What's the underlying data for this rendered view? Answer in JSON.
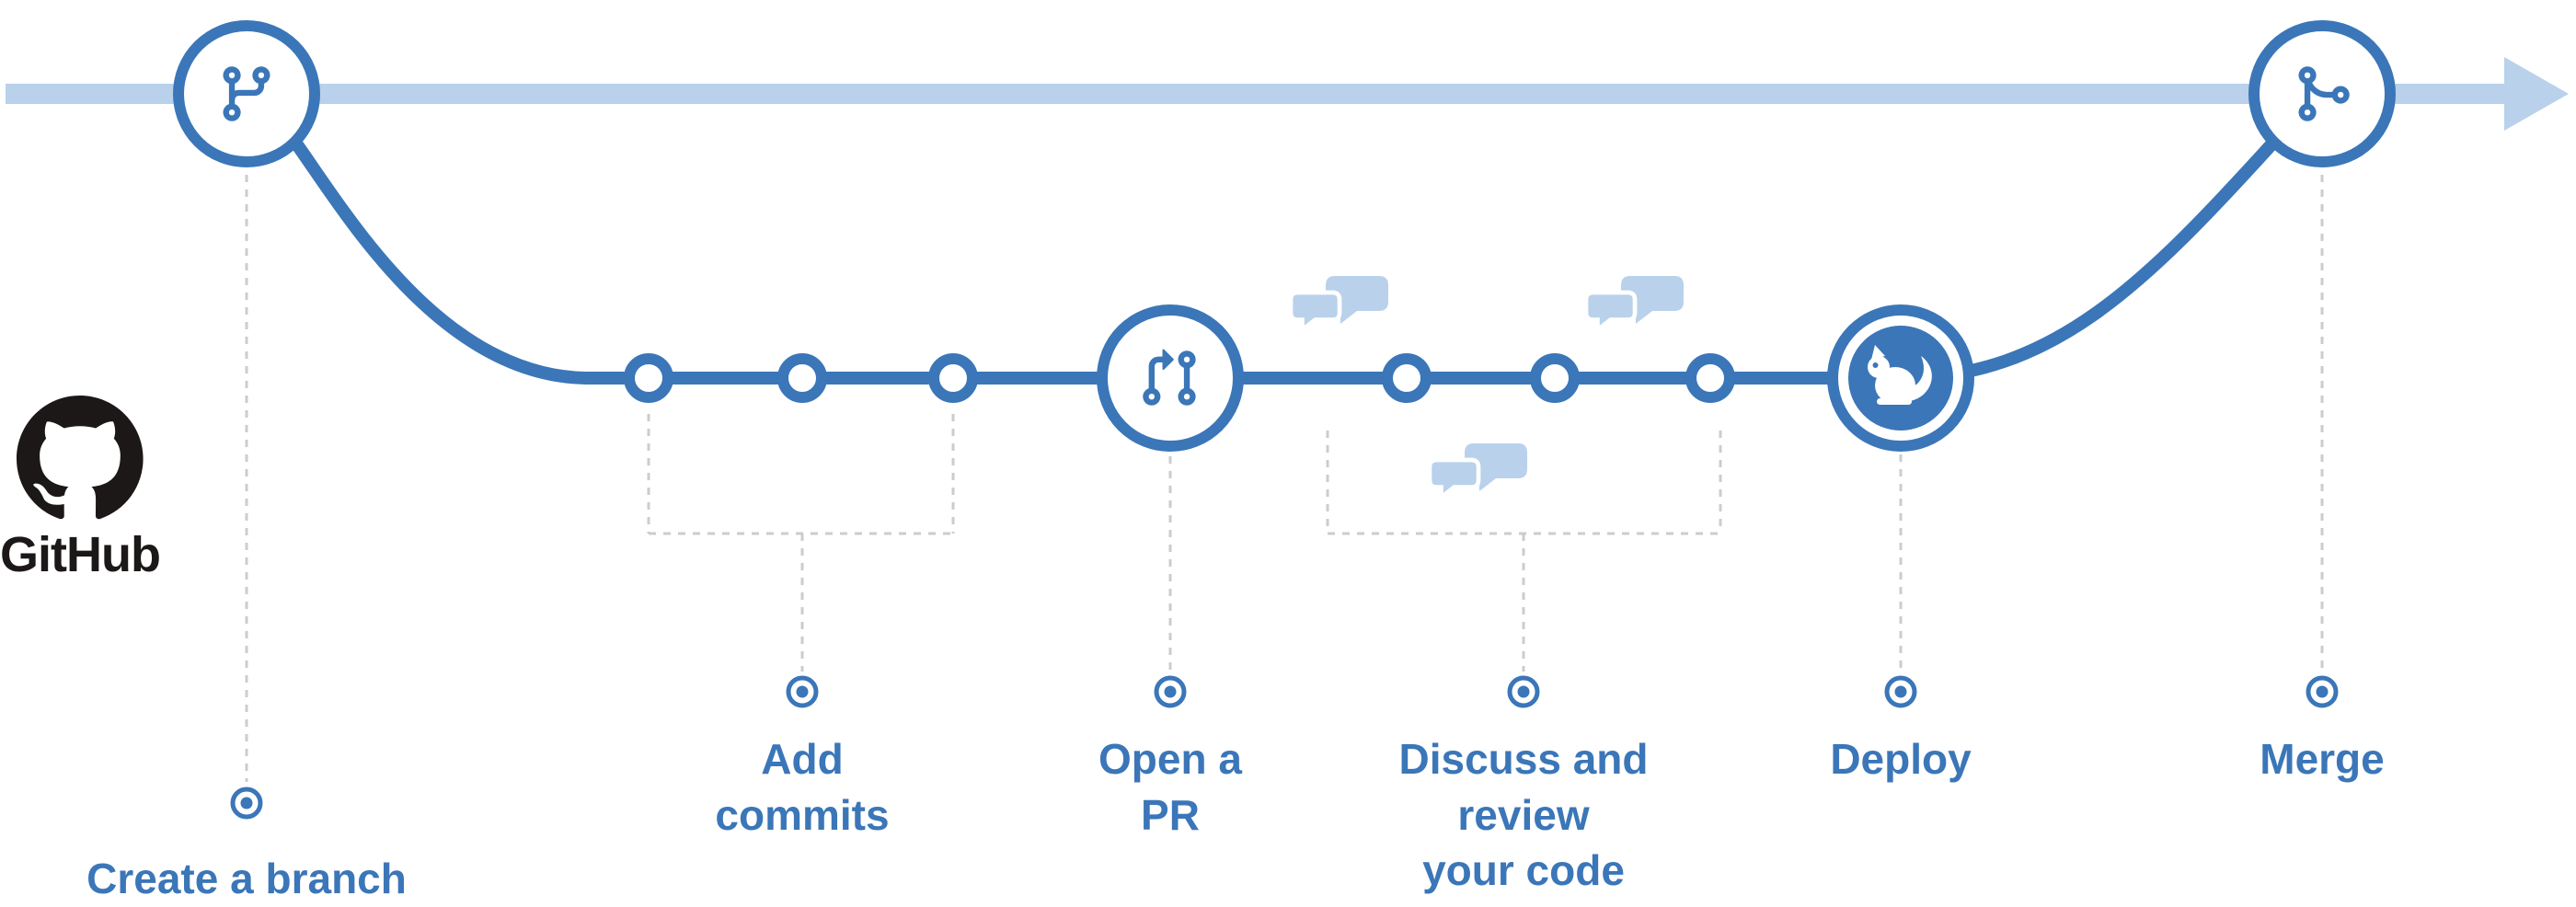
{
  "brand": {
    "name": "GitHub"
  },
  "steps": [
    {
      "id": "create-branch",
      "label": "Create a branch"
    },
    {
      "id": "add-commits",
      "label": "Add\ncommits"
    },
    {
      "id": "open-pr",
      "label": "Open a\nPR"
    },
    {
      "id": "discuss-review",
      "label": "Discuss and\nreview\nyour code"
    },
    {
      "id": "deploy",
      "label": "Deploy"
    },
    {
      "id": "merge",
      "label": "Merge"
    }
  ],
  "icons": [
    "github-mark-icon",
    "git-branch-icon",
    "git-pull-request-icon",
    "squirrel-icon",
    "git-merge-icon",
    "chat-bubbles-icon",
    "commit-dot",
    "milestone-bullet",
    "timeline-arrow"
  ],
  "colors": {
    "accent_blue": "#3b76b8",
    "light_blue": "#b9d1eb",
    "dashed_gray": "#cccccc",
    "brand_black": "#1b1817",
    "background": "#ffffff"
  }
}
